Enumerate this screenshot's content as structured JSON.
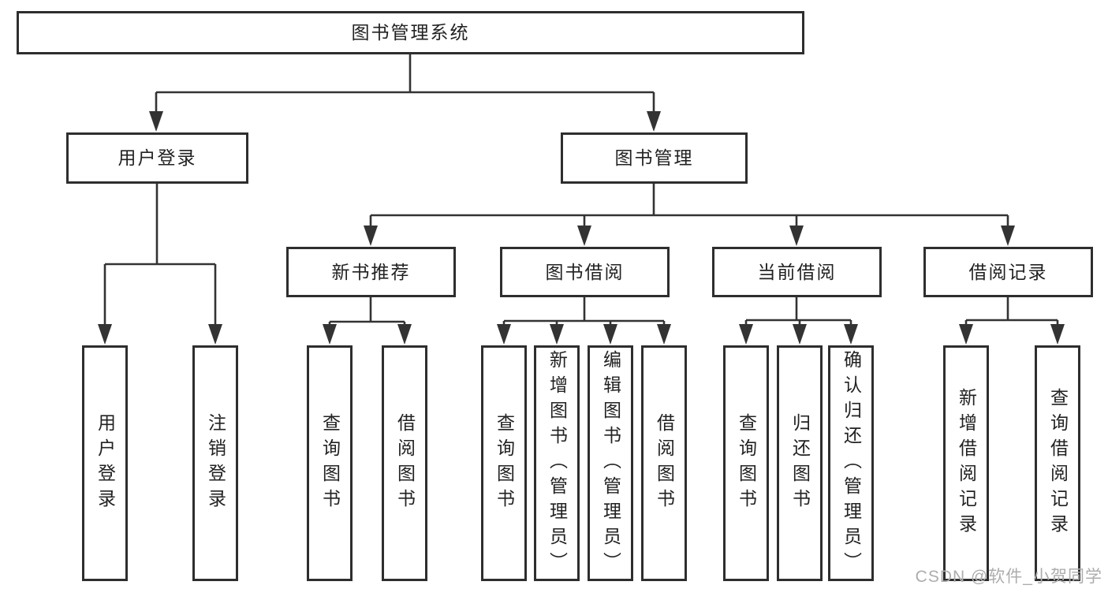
{
  "colors": {
    "line": "#333333",
    "border": "#2e2e2e",
    "fill": "#ffffff",
    "text": "#222222",
    "watermark": "#adadad"
  },
  "watermark": {
    "text": "CSDN @软件_小贺同学"
  },
  "tree": {
    "root": {
      "label": "图书管理系统"
    },
    "branches": [
      {
        "label": "用户登录",
        "children": [
          {
            "label": "用户登录"
          },
          {
            "label": "注销登录"
          }
        ]
      },
      {
        "label": "图书管理",
        "sections": [
          {
            "label": "新书推荐",
            "children": [
              {
                "label": "查询图书"
              },
              {
                "label": "借阅图书"
              }
            ]
          },
          {
            "label": "图书借阅",
            "children": [
              {
                "label": "查询图书"
              },
              {
                "label": "新增图书（管理员）"
              },
              {
                "label": "编辑图书（管理员）"
              },
              {
                "label": "借阅图书"
              }
            ]
          },
          {
            "label": "当前借阅",
            "children": [
              {
                "label": "查询图书"
              },
              {
                "label": "归还图书"
              },
              {
                "label": "确认归还（管理员）"
              }
            ]
          },
          {
            "label": "借阅记录",
            "children": [
              {
                "label": "新增借阅记录"
              },
              {
                "label": "查询借阅记录"
              }
            ]
          }
        ]
      }
    ]
  }
}
